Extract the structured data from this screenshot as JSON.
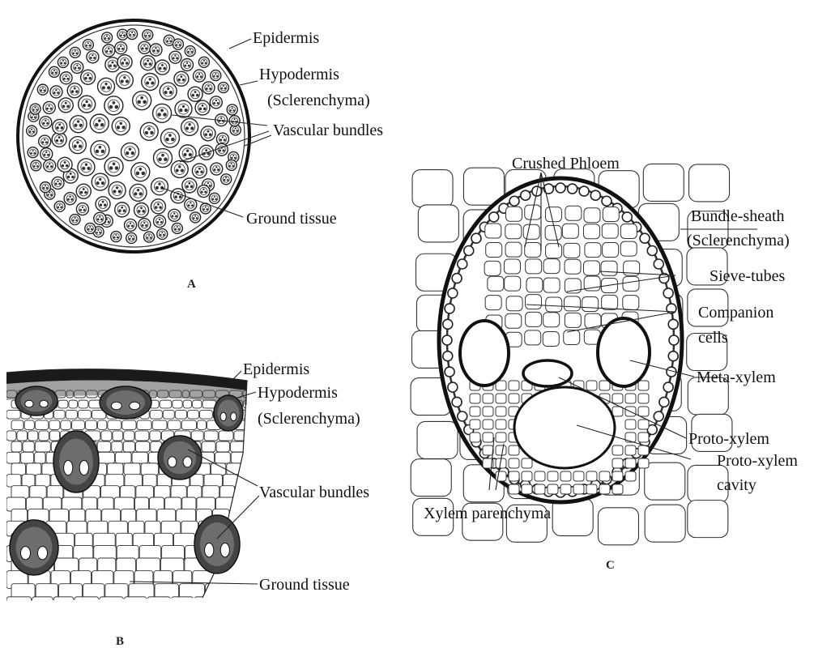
{
  "panels": {
    "a": {
      "letter": "A",
      "labels": {
        "epidermis": "Epidermis",
        "hypodermis": "Hypodermis",
        "hypodermis_note": "(Sclerenchyma)",
        "vascular_bundles": "Vascular bundles",
        "ground_tissue": "Ground tissue"
      }
    },
    "b": {
      "letter": "B",
      "labels": {
        "epidermis": "Epidermis",
        "hypodermis": "Hypodermis",
        "hypodermis_note": "(Sclerenchyma)",
        "vascular_bundles": "Vascular bundles",
        "ground_tissue": "Ground tissue"
      }
    },
    "c": {
      "letter": "C",
      "labels": {
        "crushed_phloem": "Crushed Phloem",
        "bundle_sheath": "Bundle-sheath",
        "bundle_sheath_note": "(Sclerenchyma)",
        "sieve_tubes": "Sieve-tubes",
        "companion": "Companion",
        "companion_cells": "cells",
        "meta_xylem": "Meta-xylem",
        "proto_xylem": "Proto-xylem",
        "proto_xylem_cavity_1": "Proto-xylem",
        "proto_xylem_cavity_2": "cavity",
        "xylem_parenchyma": "Xylem parenchyma"
      }
    }
  }
}
